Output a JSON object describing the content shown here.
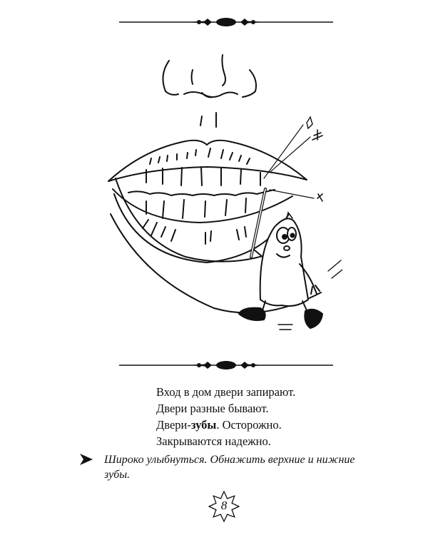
{
  "poem": {
    "lines": [
      {
        "text": "Вход в дом двери запирают."
      },
      {
        "text": "Двери разные бывают."
      },
      {
        "prefix": "Двери-",
        "bold": "зубы",
        "suffix": ". Осторожно."
      },
      {
        "text": "Закрываются надежно."
      }
    ]
  },
  "instruction": {
    "bullet_icon": "arrowhead-icon",
    "text": "Широко улыбнуться. Обнажить верхние и нижние зубы."
  },
  "page": {
    "number": "8",
    "badge_icon": "eight-point-star-icon"
  },
  "illustration": {
    "subject": "face-with-smiling-lips-and-cartoon-tooth-character",
    "colors": {
      "ink": "#111111",
      "paper": "#ffffff"
    }
  }
}
